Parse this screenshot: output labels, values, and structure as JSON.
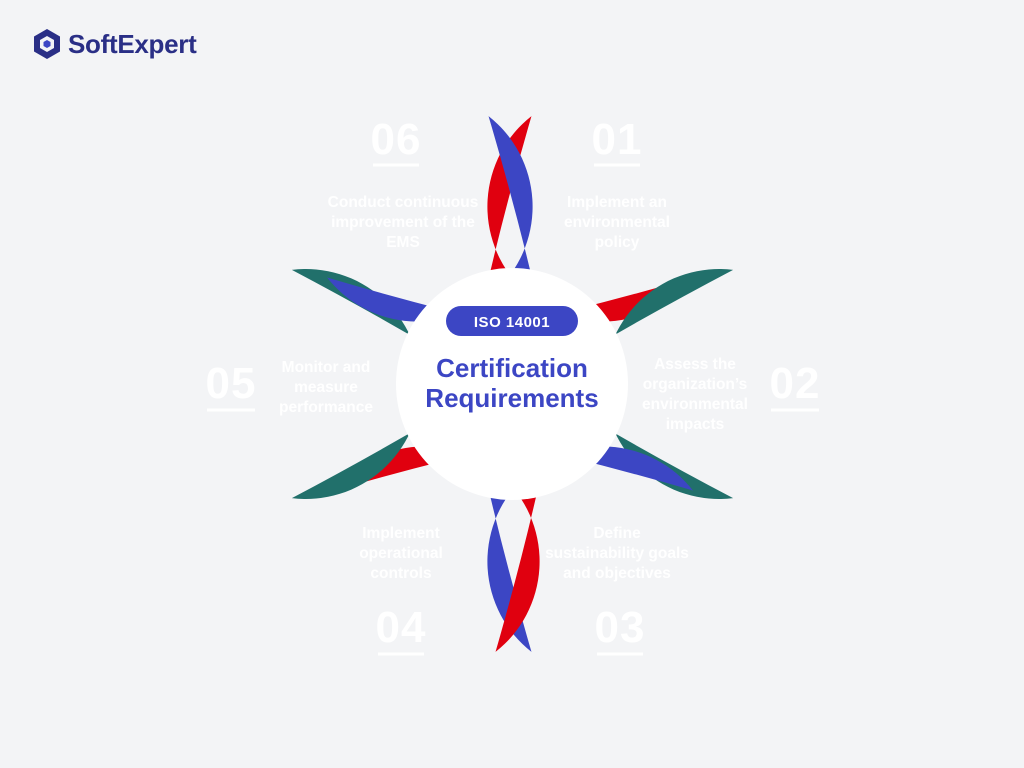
{
  "brand": {
    "name": "SoftExpert",
    "logo_icon": "hexagon-s-icon",
    "color": "#2a2f86"
  },
  "center": {
    "badge": "ISO 14001",
    "title_lines": [
      "Certification",
      "Requirements"
    ],
    "badge_color": "#3c46c4",
    "title_color": "#3c46c4"
  },
  "colors": {
    "red": "#e0000f",
    "blue": "#3c46c4",
    "teal": "#21706b",
    "background": "#f3f4f6"
  },
  "steps": [
    {
      "number": "01",
      "lines": [
        "Implement an",
        "environmental",
        "policy"
      ],
      "color": "#e0000f"
    },
    {
      "number": "02",
      "lines": [
        "Assess the",
        "organization’s",
        "environmental",
        "impacts"
      ],
      "color": "#21706b"
    },
    {
      "number": "03",
      "lines": [
        "Define",
        "sustainability goals",
        "and objectives"
      ],
      "color": "#3c46c4"
    },
    {
      "number": "04",
      "lines": [
        "Implement",
        "operational",
        "controls"
      ],
      "color": "#e0000f"
    },
    {
      "number": "05",
      "lines": [
        "Monitor and",
        "measure",
        "performance"
      ],
      "color": "#21706b"
    },
    {
      "number": "06",
      "lines": [
        "Conduct continuous",
        "improvement of the",
        "EMS"
      ],
      "color": "#3c46c4"
    }
  ]
}
